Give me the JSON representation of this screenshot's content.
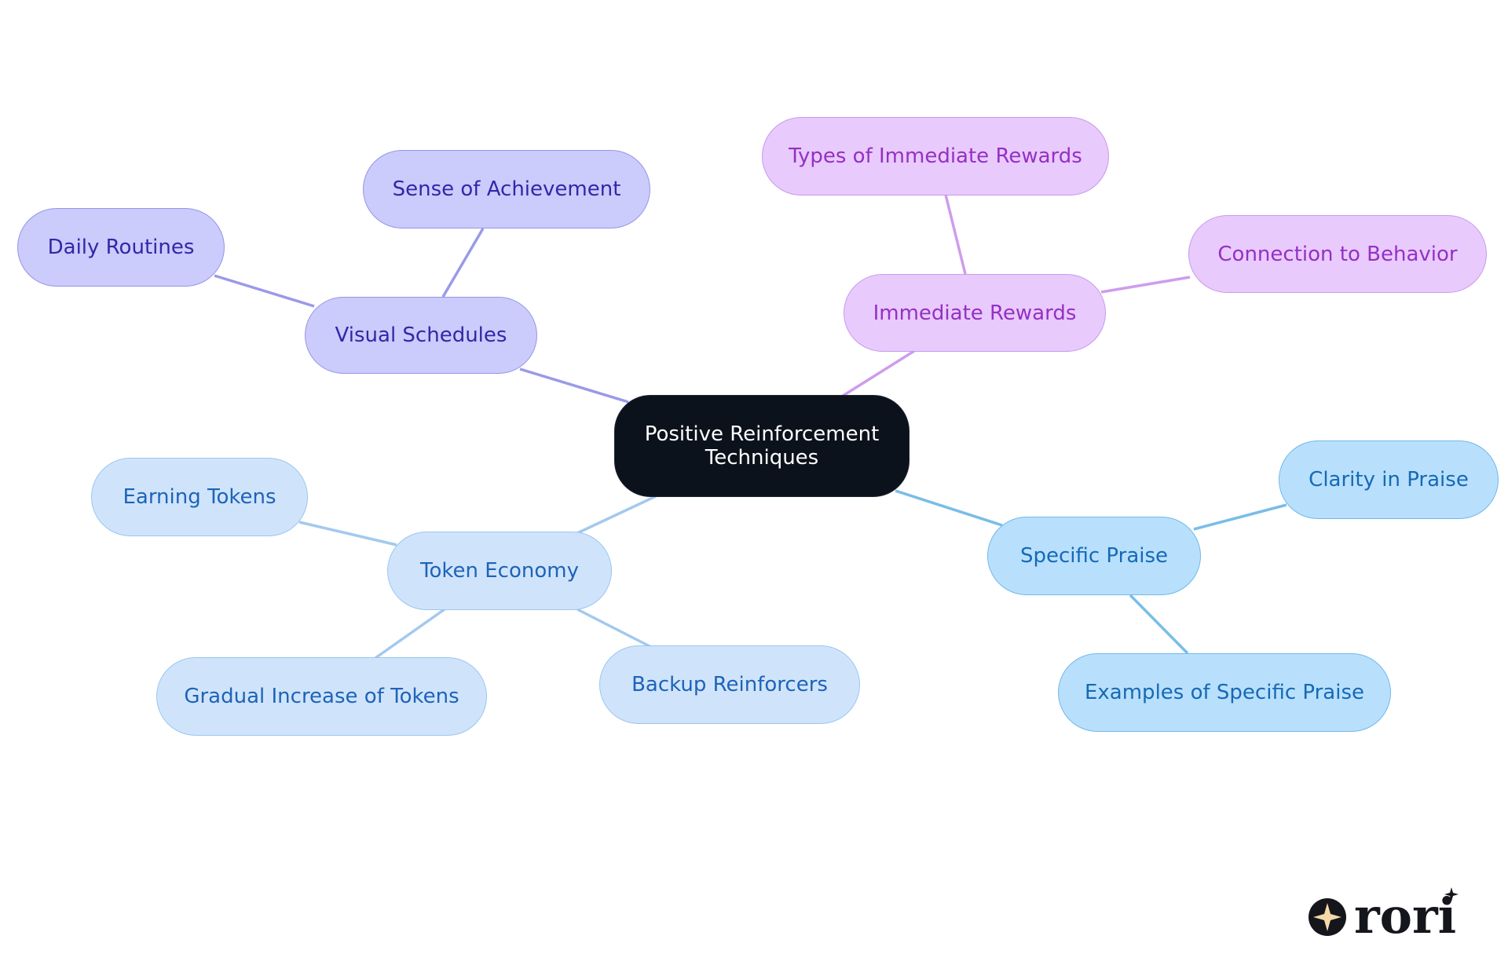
{
  "root": {
    "label": "Positive Reinforcement Techniques"
  },
  "branches": [
    {
      "label": "Visual Schedules",
      "color": "#9a9ae8",
      "children": [
        "Sense of Achievement",
        "Daily Routines"
      ]
    },
    {
      "label": "Immediate Rewards",
      "color": "#cf9ced",
      "children": [
        "Types of Immediate Rewards",
        "Connection to Behavior"
      ]
    },
    {
      "label": "Specific Praise",
      "color": "#79bde8",
      "children": [
        "Clarity in Praise",
        "Examples of Specific Praise"
      ]
    },
    {
      "label": "Token Economy",
      "color": "#a3c9ee",
      "children": [
        "Earning Tokens",
        "Backup Reinforcers",
        "Gradual Increase of Tokens"
      ]
    }
  ],
  "logo": {
    "text": "rori",
    "star_color": "#f6d9a8",
    "ink_color": "#15161c"
  }
}
